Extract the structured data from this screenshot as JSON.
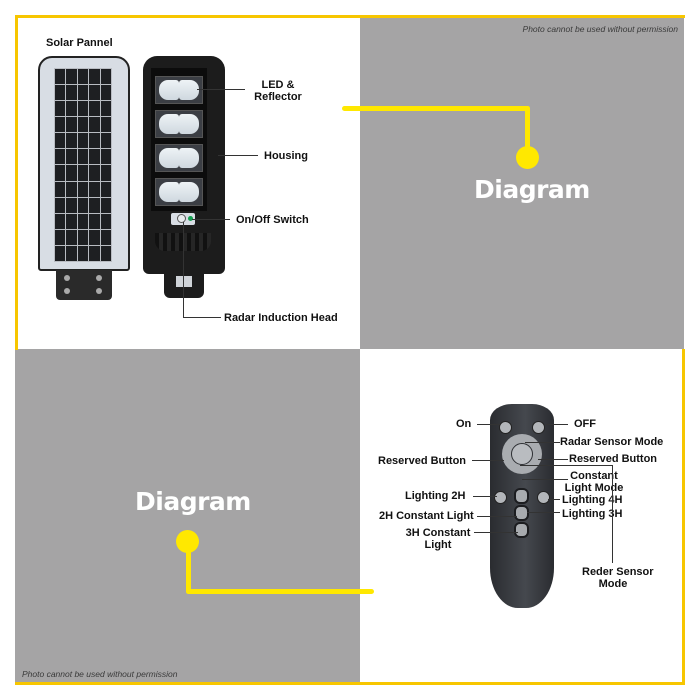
{
  "colors": {
    "accent_yellow": "#f7c600",
    "connector_yellow": "#ffe800",
    "panel_gray": "#a5a4a5",
    "label_text": "#111111"
  },
  "watermark": "Photo cannot be used without permission",
  "quadrants": {
    "top_left": {
      "product": "solar street light",
      "labels": {
        "solar_panel": "Solar Pannel",
        "led_reflector_line1": "LED &",
        "led_reflector_line2": "Reflector",
        "housing": "Housing",
        "on_off_switch": "On/Off Switch",
        "radar_head": "Radar Induction Head"
      },
      "solar_grid": {
        "columns": 5,
        "rows": 12
      },
      "led_modules": 4
    },
    "top_right": {
      "title": "Diagram"
    },
    "bottom_left": {
      "title": "Diagram"
    },
    "bottom_right": {
      "product": "remote control",
      "labels": {
        "on": "On",
        "off": "OFF",
        "radar_sensor_mode": "Radar Sensor Mode",
        "reserved_left": "Reserved Button",
        "reserved_right": "Reserved Button",
        "constant_light_line1": "Constant",
        "constant_light_line2": "Light Mode",
        "lighting_2h": "Lighting 2H",
        "lighting_4h": "Lighting 4H",
        "constant_2h": "2H Constant Light",
        "lighting_3h": "Lighting 3H",
        "constant_3h_line1": "3H Constant",
        "constant_3h_line2": "Light",
        "reder_sensor_line1": "Reder Sensor",
        "reder_sensor_line2": "Mode"
      }
    }
  }
}
